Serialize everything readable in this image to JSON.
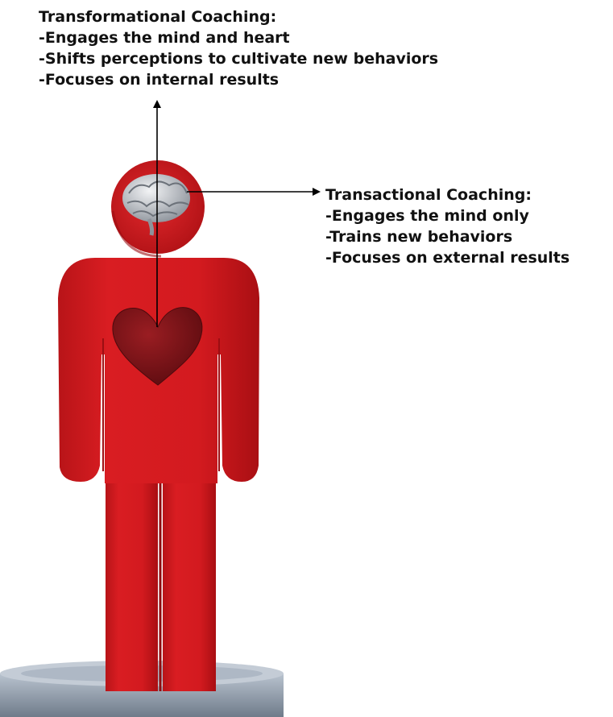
{
  "transformational": {
    "title": "Transformational Coaching:",
    "points": [
      "-Engages the mind and heart",
      "-Shifts perceptions to cultivate new behaviors",
      "-Focuses on internal results"
    ]
  },
  "transactional": {
    "title": "Transactional Coaching:",
    "points": [
      "-Engages the mind only",
      "-Trains new behaviors",
      "-Focuses on external results"
    ]
  },
  "colors": {
    "figure": "#d3191d",
    "figure_shadow": "#a50f12",
    "heart": "#7a1216",
    "brain": "#c9ccd1",
    "pedestal": "#9aa6b5",
    "arrow": "#000000"
  }
}
